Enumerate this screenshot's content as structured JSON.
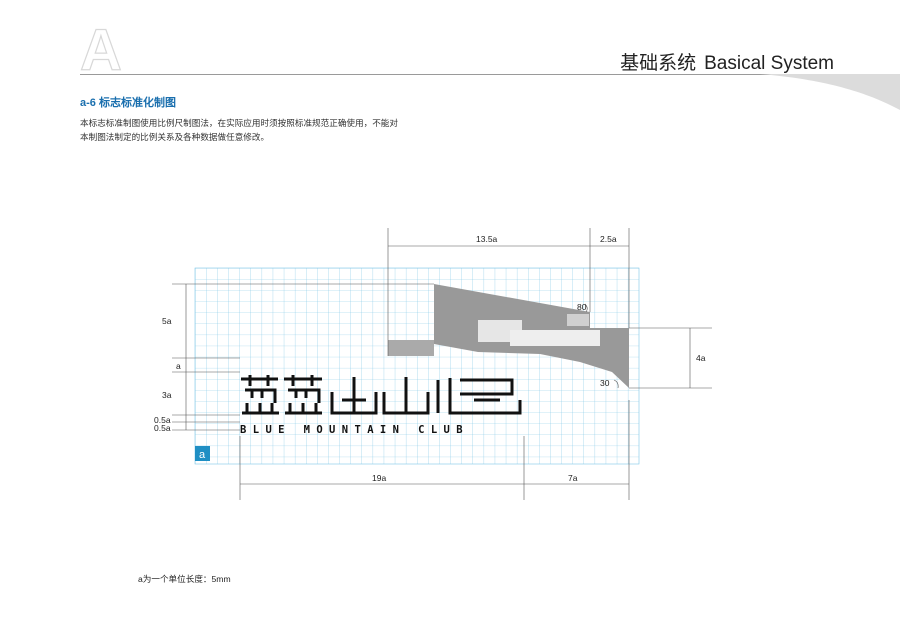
{
  "header": {
    "title_cn": "基础系统",
    "title_en": "Basical System",
    "watermark_letter": "A"
  },
  "section": {
    "title": "a-6  标志标准化制图",
    "desc_line_1": "本标志标准制图使用比例尺制图法，在实际应用时须按照标准规范正确使用，不能对",
    "desc_line_2": "本制图法制定的比例关系及各种数据做任意修改。"
  },
  "drawing": {
    "unit_box_label": "a",
    "logo_subtitle": "BLUE MOUNTAIN CLUB",
    "dimensions": {
      "top_wide": "13.5a",
      "top_narrow": "2.5a",
      "left_top": "5a",
      "left_a": "a",
      "left_3a": "3a",
      "left_05a_1": "0.5a",
      "left_05a_2": "0.5a",
      "right_4a": "4a",
      "angle_80": "80",
      "angle_30": "30",
      "bottom_wide": "19a",
      "bottom_narrow": "7a"
    },
    "colors": {
      "grid": "#7fc6e6",
      "mountain_gray": "#999999",
      "highlight": "#e8e8e8",
      "unit_box": "#1f8fc4",
      "dim_line": "#555555"
    }
  },
  "footer": {
    "unit_note": "a为一个单位长度：5mm"
  }
}
